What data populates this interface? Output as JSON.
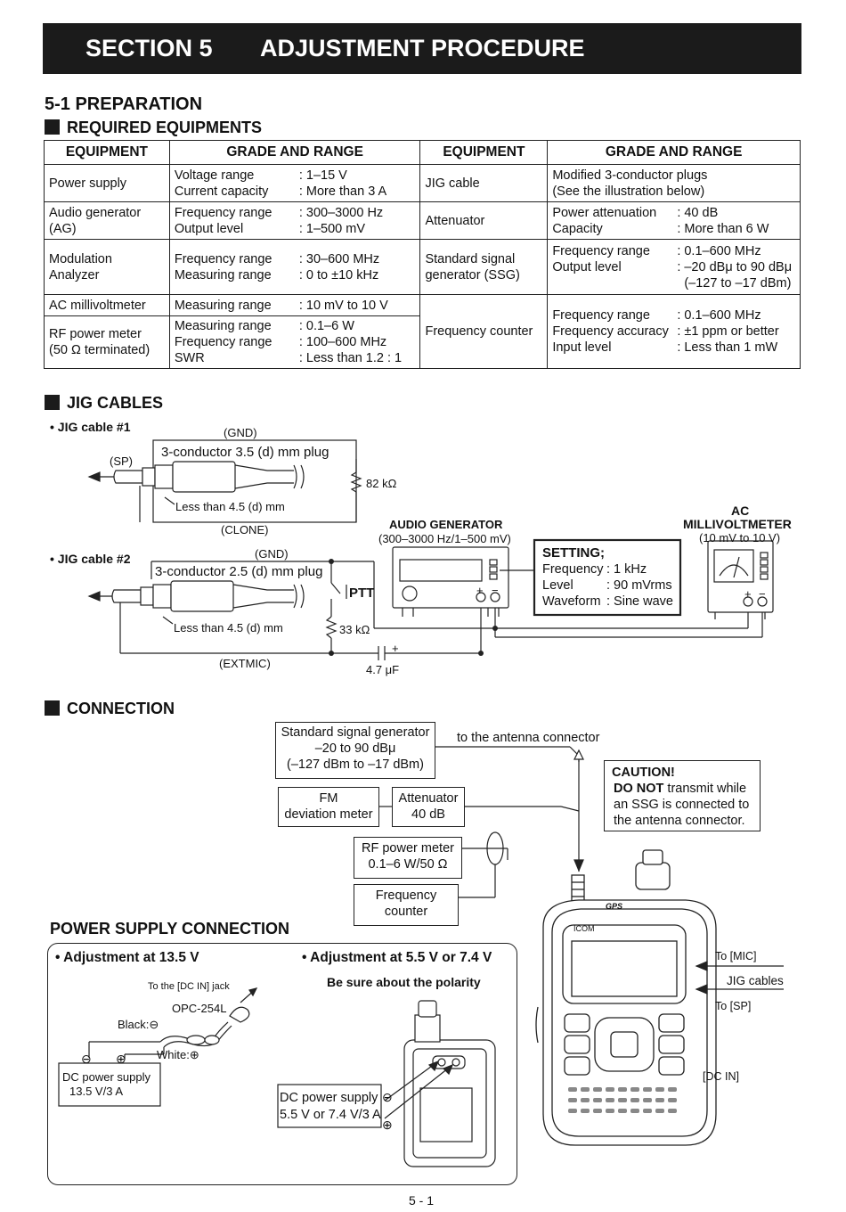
{
  "section": {
    "number": "SECTION 5",
    "title": "ADJUSTMENT PROCEDURE"
  },
  "prep": {
    "title": "5-1 PREPARATION",
    "required_title": "REQUIRED EQUIPMENTS",
    "headers": {
      "equipment": "EQUIPMENT",
      "grade": "GRADE AND RANGE"
    },
    "left": [
      {
        "name": "Power supply",
        "k1": "Voltage range",
        "v1": ": 1–15 V",
        "k2": "Current capacity",
        "v2": ": More than 3 A"
      },
      {
        "name": "Audio generator",
        "name2": "(AG)",
        "k1": "Frequency range",
        "v1": ": 300–3000 Hz",
        "k2": "Output level",
        "v2": ": 1–500 mV"
      },
      {
        "name": "Modulation",
        "name2": "Analyzer",
        "k1": "Frequency range",
        "v1": ": 30–600 MHz",
        "k2": "Measuring range",
        "v2": ": 0 to ±10 kHz"
      },
      {
        "name": "AC millivoltmeter",
        "k1": "Measuring range",
        "v1": ": 10 mV to 10 V"
      },
      {
        "name": "RF power meter",
        "name2": "(50 Ω terminated)",
        "k1": "Measuring range",
        "v1": ": 0.1–6 W",
        "k2": "Frequency range",
        "v2": ": 100–600 MHz",
        "k3": "SWR",
        "v3": ": Less than 1.2 : 1"
      }
    ],
    "right": [
      {
        "name": "JIG cable",
        "l1": "Modified 3-conductor plugs",
        "l2": "(See the illustration below)"
      },
      {
        "name": "Attenuator",
        "k1": "Power attenuation",
        "v1": ": 40 dB",
        "k2": "Capacity",
        "v2": ": More than 6 W"
      },
      {
        "name": "Standard signal",
        "name2": "generator (SSG)",
        "k1": "Frequency range",
        "v1": ": 0.1–600 MHz",
        "k2": "Output level",
        "v2": ": –20 dBμ to 90 dBμ",
        "v3": "(–127 to –17 dBm)"
      },
      {
        "name": "Frequency counter",
        "k1": "Frequency range",
        "v1": ": 0.1–600 MHz",
        "k2": "Frequency accuracy",
        "v2": ": ±1 ppm or better",
        "k3": "Input level",
        "v3": ": Less than 1 mW"
      }
    ]
  },
  "jig": {
    "title": "JIG CABLES",
    "cable1": "• JIG cable #1",
    "cable2": "• JIG cable #2",
    "gnd": "(GND)",
    "sp": "(SP)",
    "plug35": "3-conductor 3.5 (d) mm plug",
    "plug25": "3-conductor 2.5 (d) mm  plug",
    "less": "Less than 4.5 (d) mm",
    "clone": "(CLONE)",
    "extmic": "(EXTMIC)",
    "r82": "82 kΩ",
    "r33": "33 kΩ",
    "cap": "4.7 μF",
    "ptt": "PTT",
    "plus": "+",
    "minus": "−",
    "ag_title": "AUDIO GENERATOR",
    "ag_range": "(300–3000 Hz/1–500 mV)",
    "ac_title1": "AC",
    "ac_title2": "MILLIVOLTMETER",
    "ac_range": "(10 mV to 10 V)",
    "setting": {
      "title": "SETTING;",
      "k1": "Frequency",
      "v1": ": 1 kHz",
      "k2": "Level",
      "v2": ": 90 mVrms",
      "k3": "Waveform",
      "v3": ": Sine wave"
    }
  },
  "connection": {
    "title": "CONNECTION",
    "ssg": [
      "Standard signal generator",
      "–20 to 90 dBμ",
      "(–127 dBm to –17 dBm)"
    ],
    "to_antenna": "to the antenna connector",
    "fm": [
      "FM",
      "deviation meter"
    ],
    "att": [
      "Attenuator",
      "40 dB"
    ],
    "rfpm": [
      "RF power meter",
      "0.1–6 W/50 Ω"
    ],
    "fc": [
      "Frequency",
      "counter"
    ],
    "caution_title": "CAUTION!",
    "caution_bold": "DO NOT",
    "caution_rest1": " transmit while",
    "caution_rest2": "an SSG is connected to",
    "caution_rest3": "the antenna connector.",
    "to_mic": "To [MIC]",
    "jig_cables": "JIG cables",
    "to_sp": "To [SP]",
    "dc_in": "[DC IN]",
    "brand": "ICOM",
    "gps": "GPS"
  },
  "power": {
    "title": "POWER SUPPLY CONNECTION",
    "adj1": "• Adjustment at 13.5 V",
    "adj2": "• Adjustment at 5.5 V or 7.4 V",
    "polarity": "Be sure about the polarity",
    "to_dcin": "To the [DC IN] jack",
    "opc": "OPC-254L",
    "black": "Black:⊖",
    "white": "White:⊕",
    "dc1": [
      "DC power supply",
      "13.5 V/3 A"
    ],
    "dc2": [
      "DC power supply",
      "5.5 V or 7.4 V/3 A"
    ],
    "minus_sym": "⊖",
    "plus_sym": "⊕"
  },
  "footer": {
    "page": "5 - 1"
  }
}
